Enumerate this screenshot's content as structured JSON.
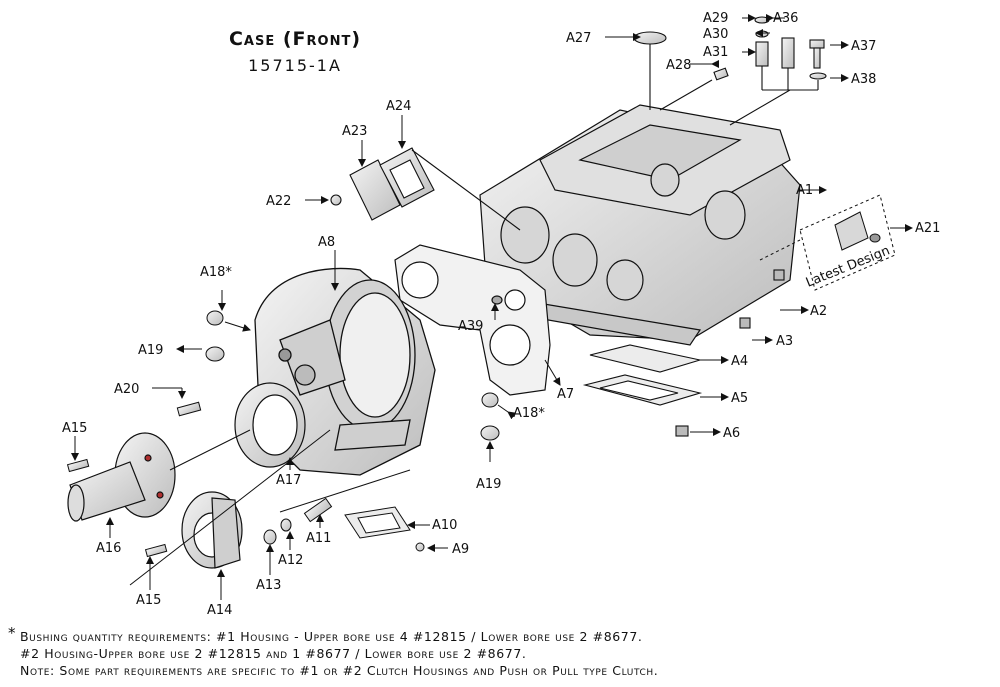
{
  "title": "Case (Front)",
  "subtitle": "15715-1A",
  "labels": {
    "A1": "A1",
    "A2": "A2",
    "A3": "A3",
    "A4": "A4",
    "A5": "A5",
    "A6": "A6",
    "A7": "A7",
    "A8": "A8",
    "A9": "A9",
    "A10": "A10",
    "A11": "A11",
    "A12": "A12",
    "A13": "A13",
    "A14": "A14",
    "A15a": "A15",
    "A15b": "A15",
    "A16": "A16",
    "A17": "A17",
    "A18a": "A18*",
    "A18b": "A18*",
    "A19a": "A19",
    "A19b": "A19",
    "A20": "A20",
    "A21": "A21",
    "A22": "A22",
    "A23": "A23",
    "A24": "A24",
    "A27": "A27",
    "A28": "A28",
    "A29": "A29",
    "A30": "A30",
    "A31": "A31",
    "A36": "A36",
    "A37": "A37",
    "A38": "A38",
    "A39": "A39"
  },
  "inset_text": "Latest Design",
  "notes": {
    "star": "*",
    "line1": "Bushing quantity requirements: #1 Housing - Upper bore use 4 #12815 / Lower bore use 2 #8677.",
    "line2": "#2 Housing-Upper bore use 2 #12815 and 1 #8677 / Lower bore use 2 #8677.",
    "line3": "Note: Some part requirements are specific to #1 or #2 Clutch Housings and Push or Pull type Clutch."
  },
  "colors": {
    "line": "#111111",
    "part_fill": "#e8e8e8",
    "part_shade": "#bdbdbd",
    "gasket_accent": "#b03030"
  }
}
